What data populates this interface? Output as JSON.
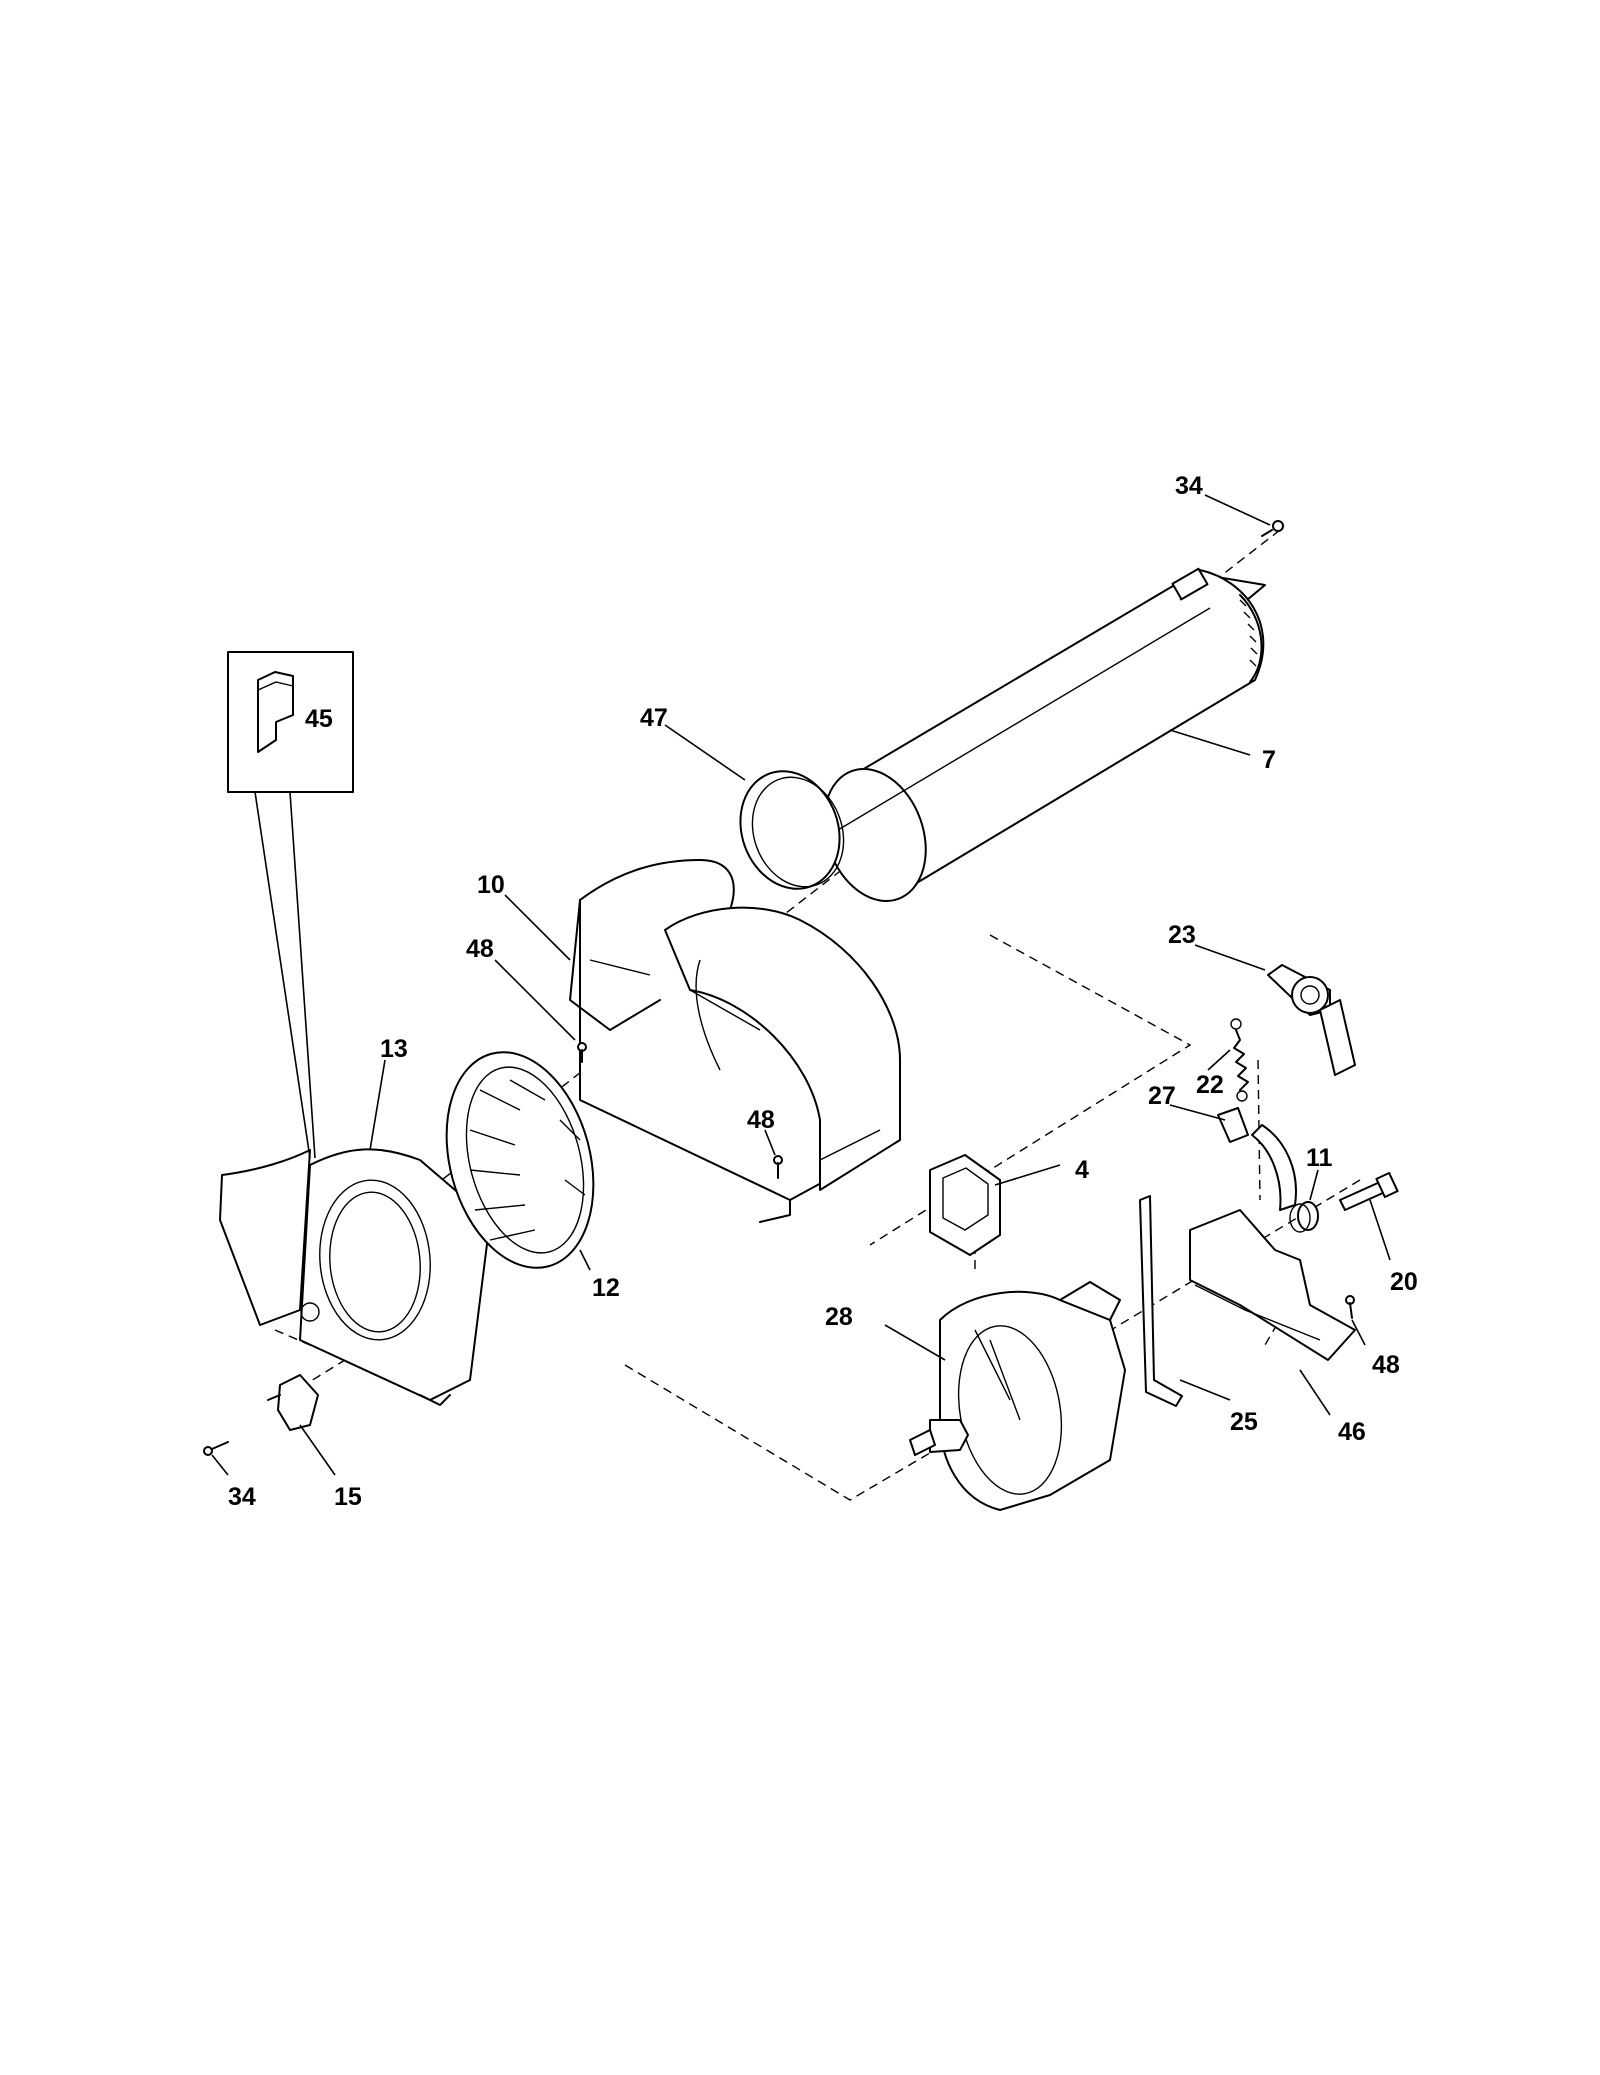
{
  "labels": {
    "p34_top": "34",
    "p7": "7",
    "p47": "47",
    "p45": "45",
    "p10": "10",
    "p48_a": "48",
    "p13": "13",
    "p48_b": "48",
    "p12": "12",
    "p23": "23",
    "p22": "22",
    "p27": "27",
    "p11": "11",
    "p4": "4",
    "p20": "20",
    "p28": "28",
    "p48_c": "48",
    "p25": "25",
    "p46": "46",
    "p34_bottom": "34",
    "p15": "15"
  }
}
